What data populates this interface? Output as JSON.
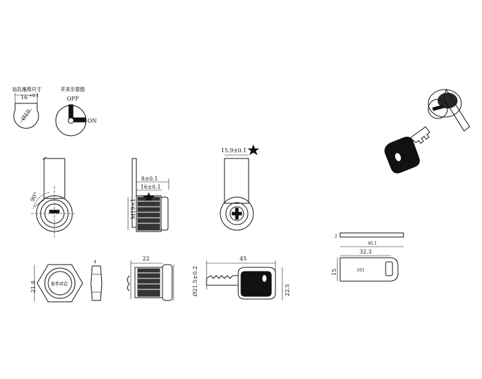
{
  "captions": {
    "drill_size": "钻孔推荐尺寸",
    "switch_diagram": "开关示意图"
  },
  "labels": {
    "drill_width": "16",
    "drill_width_tol": "+0.1",
    "drill_diameter": "Ø19",
    "off": "OFF",
    "on": "ON",
    "angle": "90°",
    "cam_length_1": "8±0.1",
    "cam_length_2": "16±0.1",
    "thread": "M19×1",
    "cam_width": "15.9±0.1",
    "front_height": "21.8",
    "front_hex": "扳手对边",
    "side_thickness": "4",
    "body_length": "22",
    "body_diameter": "Ø21.5±0.2",
    "key_length": "45",
    "key_height": "22.5",
    "cam_total_length": "40.1",
    "cam_slot_length": "32.3",
    "cam_height": "15",
    "cam_small": "2",
    "cam_plate_text": "101"
  }
}
